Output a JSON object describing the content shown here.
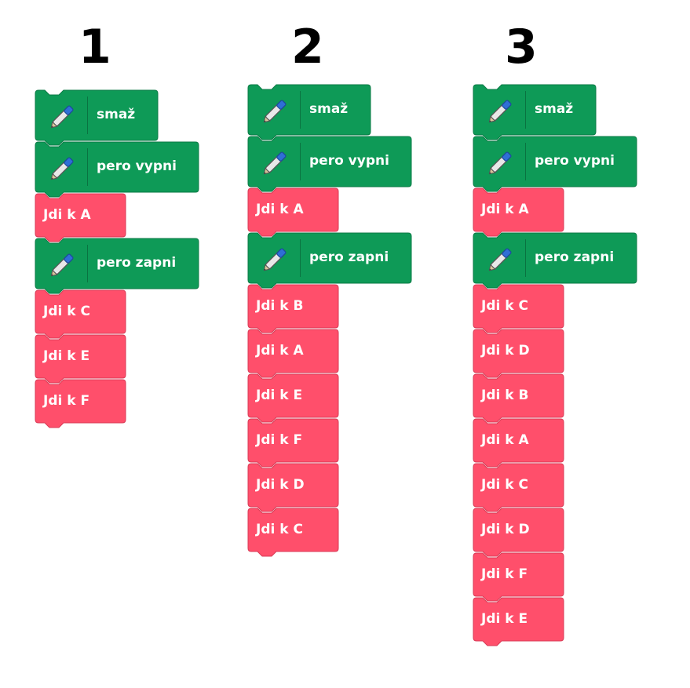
{
  "colors": {
    "pen_block": "#0e9a57",
    "pen_block_border": "#0b7a45",
    "motion_block": "#ff4f6b",
    "motion_block_border": "#d93a55",
    "label_text": "#ffffff",
    "column_number": "#000000"
  },
  "columns": [
    {
      "number": "1",
      "blocks": [
        {
          "kind": "pen",
          "icon": "pen-icon",
          "label": "smaž"
        },
        {
          "kind": "pen",
          "icon": "pen-icon",
          "label": "pero vypni"
        },
        {
          "kind": "motion",
          "label": "Jdi k A"
        },
        {
          "kind": "pen",
          "icon": "pen-icon",
          "label": "pero zapni"
        },
        {
          "kind": "motion",
          "label": "Jdi k C"
        },
        {
          "kind": "motion",
          "label": "Jdi k E"
        },
        {
          "kind": "motion",
          "label": "Jdi k F"
        }
      ]
    },
    {
      "number": "2",
      "blocks": [
        {
          "kind": "pen",
          "icon": "pen-icon",
          "label": "smaž"
        },
        {
          "kind": "pen",
          "icon": "pen-icon",
          "label": "pero vypni"
        },
        {
          "kind": "motion",
          "label": "Jdi k A"
        },
        {
          "kind": "pen",
          "icon": "pen-icon",
          "label": "pero zapni"
        },
        {
          "kind": "motion",
          "label": "Jdi k B"
        },
        {
          "kind": "motion",
          "label": "Jdi k A"
        },
        {
          "kind": "motion",
          "label": "Jdi k E"
        },
        {
          "kind": "motion",
          "label": "Jdi k F"
        },
        {
          "kind": "motion",
          "label": "Jdi k D"
        },
        {
          "kind": "motion",
          "label": "Jdi k C"
        }
      ]
    },
    {
      "number": "3",
      "blocks": [
        {
          "kind": "pen",
          "icon": "pen-icon",
          "label": "smaž"
        },
        {
          "kind": "pen",
          "icon": "pen-icon",
          "label": "pero vypni"
        },
        {
          "kind": "motion",
          "label": "Jdi k A"
        },
        {
          "kind": "pen",
          "icon": "pen-icon",
          "label": "pero zapni"
        },
        {
          "kind": "motion",
          "label": "Jdi k C"
        },
        {
          "kind": "motion",
          "label": "Jdi k D"
        },
        {
          "kind": "motion",
          "label": "Jdi k B"
        },
        {
          "kind": "motion",
          "label": "Jdi k A"
        },
        {
          "kind": "motion",
          "label": "Jdi k C"
        },
        {
          "kind": "motion",
          "label": "Jdi k D"
        },
        {
          "kind": "motion",
          "label": "Jdi k F"
        },
        {
          "kind": "motion",
          "label": "Jdi k E"
        }
      ]
    }
  ]
}
